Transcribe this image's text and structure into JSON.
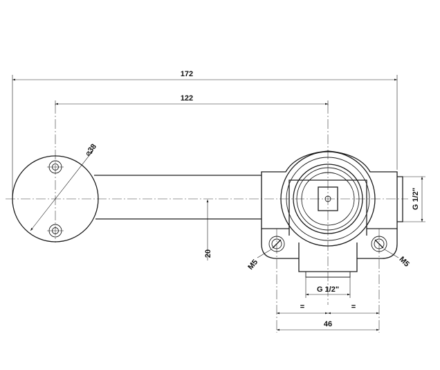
{
  "drawing": {
    "dimensions": {
      "overall_length": "172",
      "center_distance": "122",
      "flange_diameter": "38",
      "outlet_thread_side": "G 1/2\"",
      "outlet_thread_bottom": "G 1/2\"",
      "offset": "20",
      "mounting_width": "46",
      "equal_left": "=",
      "equal_right": "="
    },
    "callouts": {
      "screw_left": "M5",
      "screw_right": "M5"
    },
    "icons": {
      "diameter_symbol": "⌀"
    }
  }
}
